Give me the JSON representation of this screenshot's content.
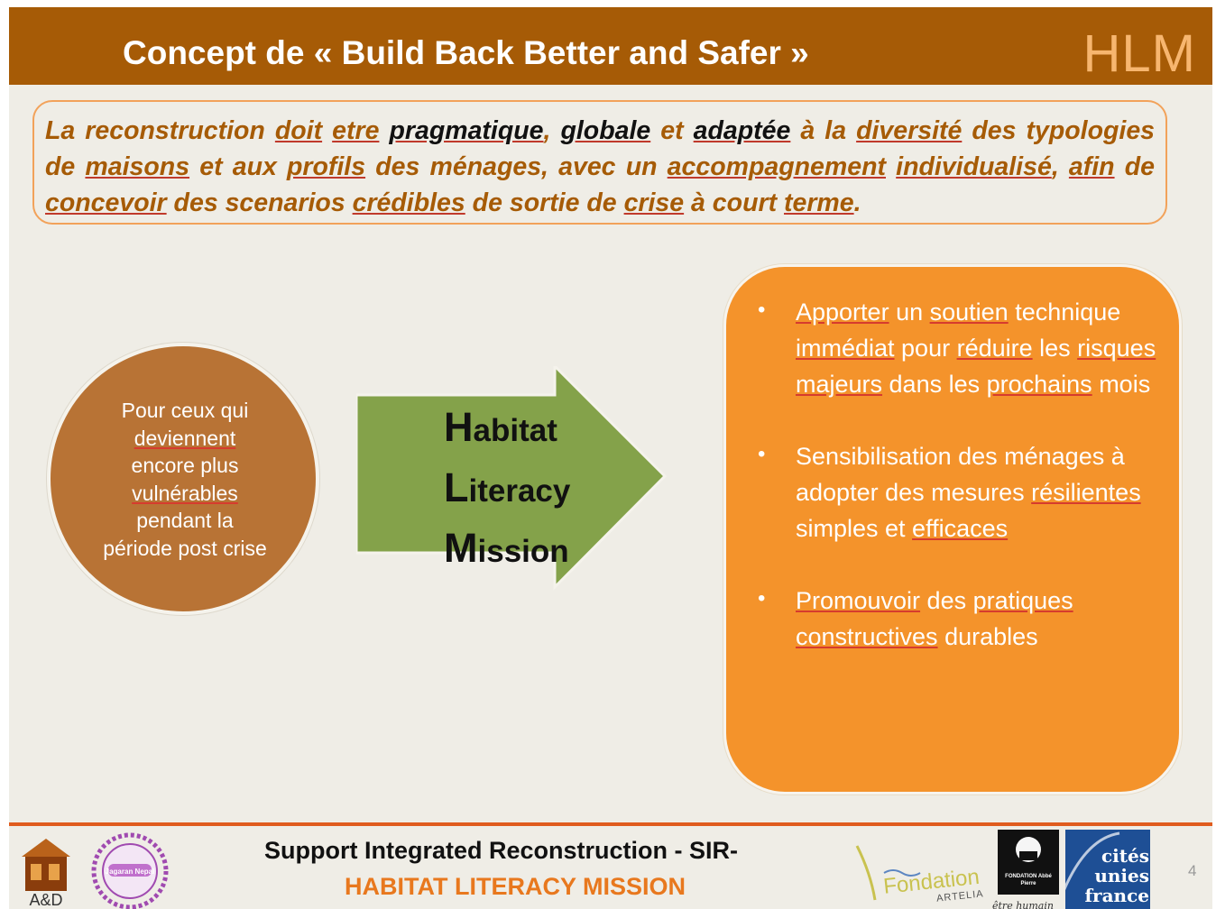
{
  "header": {
    "title": "Concept de « Build Back Better and Safer »",
    "tag": "HLM"
  },
  "intro": {
    "t1": "La reconstruction ",
    "t2": "doit",
    "t3": " ",
    "t4": "etre",
    "t5": " ",
    "t6": "pragmatique",
    "t7": ", ",
    "t8": "globale",
    "t9": " et ",
    "t10": "adaptée",
    "t11": " à la ",
    "t12": "diversité",
    "t13": " des typologies de ",
    "t14": "maisons",
    "t15": " et aux ",
    "t16": "profils",
    "t17": " des ménages, avec un ",
    "t18": "accompagnement",
    "t19": " ",
    "t20": "individualisé",
    "t21": ", ",
    "t22": "afin",
    "t23": " de ",
    "t24": "concevoir",
    "t25": " des scenarios ",
    "t26": "crédibles",
    "t27": " de sortie de ",
    "t28": "crise",
    "t29": " à court ",
    "t30": "terme",
    "t31": "."
  },
  "circle": {
    "l1": "Pour ceux qui",
    "l2": "deviennent",
    "l3": "encore plus",
    "l4": "vulnérables",
    "l5": "pendant la",
    "l6": "période post crise"
  },
  "arrow": {
    "w1_initial": "H",
    "w1_rest": "abitat",
    "w2_initial": "L",
    "w2_rest": "iteracy",
    "w3_initial": "M",
    "w3_rest": "ission"
  },
  "box": {
    "dot": "•",
    "b1": {
      "a": "Apporter",
      "b": " un ",
      "c": "soutien",
      "d": " technique ",
      "e": "immédiat",
      "f": " pour ",
      "g": "réduire",
      "h": " les ",
      "i": "risques",
      "j": " ",
      "k": "majeurs",
      "l": " dans les ",
      "m": "prochains",
      "n": " mois"
    },
    "b2": {
      "a": "Sensibilisation des ménages à adopter des mesures ",
      "b": "résilientes",
      "c": " simples et ",
      "d": "efficaces"
    },
    "b3": {
      "a": "Promouvoir",
      "b": " des ",
      "c": "pratiques",
      "d": " ",
      "e": "constructives",
      "f": " durables"
    }
  },
  "footer": {
    "title": "Support Integrated Reconstruction - SIR-",
    "subtitle": "HABITAT LITERACY MISSION",
    "page": "4",
    "logo_ad": "A&D",
    "seal_text": "Jagaran Nepal",
    "fondation": "Fondation",
    "artelia": "ARTELIA",
    "abbe": "FONDATION Abbé Pierre",
    "abbe_script": "être humain",
    "cites_1": "cités",
    "cites_2": "unies",
    "cites_3": "france"
  },
  "colors": {
    "header_bg": "#a65b06",
    "intro_text": "#a65b06",
    "circle_bg": "#b87335",
    "arrow_fill": "#84a24a",
    "box_bg": "#f4932b",
    "footer_line": "#e05c1e",
    "footer_subtitle": "#e8781e"
  }
}
